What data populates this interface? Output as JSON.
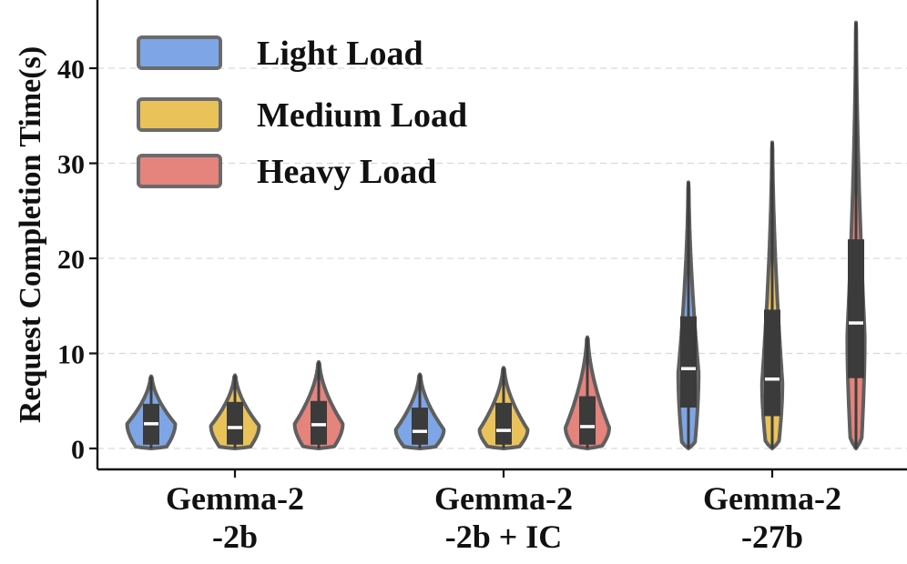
{
  "chart_data": {
    "type": "violin",
    "title": "",
    "xlabel": "",
    "ylabel": "Request Completion Time(s)",
    "ylim": [
      -2,
      46
    ],
    "yticks": [
      0,
      10,
      20,
      30,
      40
    ],
    "grid": "y-dashed",
    "legend_placement": "top-left",
    "categories": [
      {
        "line1": "Gemma-2",
        "line2": "-2b"
      },
      {
        "line1": "Gemma-2",
        "line2": "-2b + IC"
      },
      {
        "line1": "Gemma-2",
        "line2": "-27b"
      }
    ],
    "series": [
      {
        "name": "Light Load",
        "color": "#7ea6e6",
        "stats": [
          {
            "min": 0,
            "q1": 0.4,
            "median": 2.6,
            "q3": 4.7,
            "max": 7.6,
            "mode": 2.6,
            "maxwidth": 0.33
          },
          {
            "min": 0,
            "q1": 0.4,
            "median": 1.8,
            "q3": 4.3,
            "max": 7.8,
            "mode": 2.0,
            "maxwidth": 0.33
          },
          {
            "min": 0,
            "q1": 4.3,
            "median": 8.4,
            "q3": 13.9,
            "max": 28.0,
            "mode": 8.0,
            "maxwidth": 0.14
          }
        ]
      },
      {
        "name": "Medium Load",
        "color": "#e9c35a",
        "stats": [
          {
            "min": 0,
            "q1": 0.4,
            "median": 2.2,
            "q3": 4.9,
            "max": 7.7,
            "mode": 2.4,
            "maxwidth": 0.33
          },
          {
            "min": 0,
            "q1": 0.4,
            "median": 1.9,
            "q3": 4.8,
            "max": 8.5,
            "mode": 2.0,
            "maxwidth": 0.33
          },
          {
            "min": 0,
            "q1": 3.4,
            "median": 7.3,
            "q3": 14.6,
            "max": 32.2,
            "mode": 7.0,
            "maxwidth": 0.14
          }
        ]
      },
      {
        "name": "Heavy Load",
        "color": "#e5837d",
        "stats": [
          {
            "min": 0,
            "q1": 0.4,
            "median": 2.5,
            "q3": 5.0,
            "max": 9.1,
            "mode": 2.6,
            "maxwidth": 0.33
          },
          {
            "min": 0,
            "q1": 0.4,
            "median": 2.3,
            "q3": 5.5,
            "max": 11.7,
            "mode": 2.2,
            "maxwidth": 0.3
          },
          {
            "min": 0,
            "q1": 7.4,
            "median": 13.2,
            "q3": 22.0,
            "max": 44.8,
            "mode": 12.0,
            "maxwidth": 0.12
          }
        ]
      }
    ]
  }
}
